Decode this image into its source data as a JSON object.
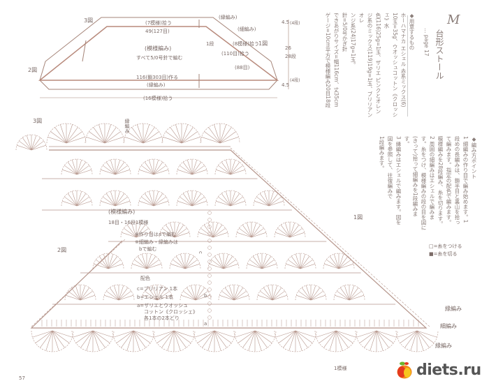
{
  "schematic": {
    "fig3": "3図",
    "fig2": "2図",
    "fig1": "1図",
    "top_pickup": "(7模様)拾う",
    "top_width": "49(127目)",
    "edge_border": "(縁編み)",
    "edge_sc": "(細編み)",
    "pattern": "(模様編み)",
    "needle": "すべて5/0号針で編む",
    "side_rows": "1段",
    "side_pickup": "(8模様)拾う",
    "side_sts": "(110目)拾う",
    "side_sts2": "(88目)",
    "foundation": "116(鎖303目)作る",
    "bottom_border": "(縁編み)",
    "total_pickup": "(16模様)拾う",
    "dim_top": "4.5",
    "dim_mid1": "26",
    "dim_mid2": "28段",
    "dim_bottom": "4.5",
    "dim_top_rows": "(4段)",
    "dim_bottom_rows": "(4段)"
  },
  "title_block": {
    "letter": "M",
    "title": "台形ストール",
    "page_ref": "… page 17",
    "materials_heading": "◆用意するもの",
    "materials": [
      "ホーハマナカ エシェル 赤系ミックス(6)",
      "10玉=35g、ウオッシュコットン《クロッシェ》水",
      "色(116)25g=1玉、ザリエ ピンクとオレン",
      "ジ系のミックス(119)19g=1玉、ブリリアン オレ",
      "ンジ系(24)17g=1玉。",
      "針=5/0号かぎ針",
      "できあがりサイズ=幅116cm、丈35cm",
      "ゲージ=10cm平方で模様編み20目18段"
    ],
    "points_heading": "◆編み方ポイント",
    "points": [
      "1 細編みの作り目で編み始めます。1",
      "段めの長編みは、鎖半目と裏山を拾っ",
      "て編みます。指定の配色で編みます。",
      "模様編みを28段編み、糸を切ります。",
      "2 周囲の細編みはエシェルで編みま",
      "す。糸をつけ、模様編みの段の目を図に",
      "(きって)拾って細編みを1段編みま",
      "す。",
      "3 縁編みはエシェルで編みます。図を",
      "図を参照して、往復編みで",
      "1段編みます。"
    ]
  },
  "chart": {
    "fig3": "3図",
    "fig2": "2図",
    "fig1": "1図",
    "border_top": "縁編み",
    "pattern_title": "(模様編み)",
    "gauge": "18目・16段1模様",
    "note1": "※作り目はaで編む",
    "note2a": "※細編み・縁編みは",
    "note2b": "bで編む",
    "colors_heading": "配色",
    "color_c": "c=ブリリアン 1本",
    "color_b": "b=エシェル 1本",
    "color_a1": "a=ザリエとウオッシュ",
    "color_a2": "コットン《クロッシェ》",
    "color_a3": "各1本の2本どり",
    "legend_attach": "□=糸をつける",
    "legend_cut": "■=糸を切る",
    "label_border_r1": "縁編み",
    "label_sc_r": "細編み",
    "label_border_r2": "縁編み",
    "one_repeat": "1模様",
    "ca_label": "a",
    "cb_label": "b",
    "cc_label": "c"
  },
  "footer": {
    "page_number": "57",
    "watermark": "diets.ru"
  },
  "colors": {
    "line": "#b5958b",
    "text": "#7a6a66",
    "accent": "#9b6b5e"
  }
}
